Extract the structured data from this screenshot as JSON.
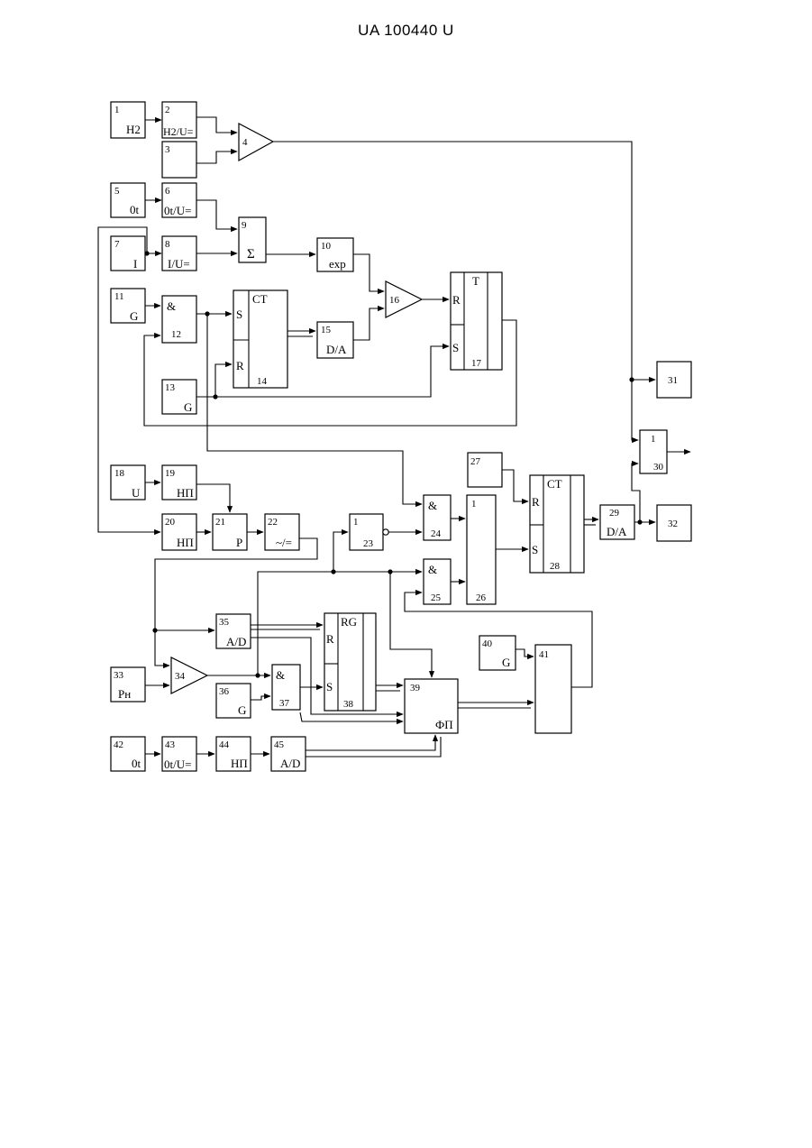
{
  "header": {
    "text": "UA   100440   U"
  },
  "blocks": [
    {
      "id": "b1",
      "num": "1",
      "label": "H2"
    },
    {
      "id": "b2",
      "num": "2",
      "label": "H2/U="
    },
    {
      "id": "b3",
      "num": "3",
      "label": ""
    },
    {
      "id": "b4",
      "num": "4",
      "label": ""
    },
    {
      "id": "b5",
      "num": "5",
      "label": "0t"
    },
    {
      "id": "b6",
      "num": "6",
      "label": "0t/U="
    },
    {
      "id": "b7",
      "num": "7",
      "label": "I"
    },
    {
      "id": "b8",
      "num": "8",
      "label": "I/U="
    },
    {
      "id": "b9",
      "num": "9",
      "label": "Σ"
    },
    {
      "id": "b10",
      "num": "10",
      "label": "exp"
    },
    {
      "id": "b11",
      "num": "11",
      "label": "G"
    },
    {
      "id": "b12",
      "num": "12",
      "label": "&"
    },
    {
      "id": "b13",
      "num": "13",
      "label": "G"
    },
    {
      "id": "b14",
      "num": "14",
      "label": "CT"
    },
    {
      "id": "b15",
      "num": "15",
      "label": "D/A"
    },
    {
      "id": "b16",
      "num": "16",
      "label": ""
    },
    {
      "id": "b17",
      "num": "17",
      "label": "T"
    },
    {
      "id": "b18",
      "num": "18",
      "label": "U"
    },
    {
      "id": "b19",
      "num": "19",
      "label": "НП"
    },
    {
      "id": "b20",
      "num": "20",
      "label": "НП"
    },
    {
      "id": "b21",
      "num": "21",
      "label": "P"
    },
    {
      "id": "b22",
      "num": "22",
      "label": "~/="
    },
    {
      "id": "b23",
      "num": "23",
      "label": "1"
    },
    {
      "id": "b24",
      "num": "24",
      "label": "&"
    },
    {
      "id": "b25",
      "num": "25",
      "label": "&"
    },
    {
      "id": "b26",
      "num": "26",
      "label": "1"
    },
    {
      "id": "b27",
      "num": "27",
      "label": ""
    },
    {
      "id": "b28",
      "num": "28",
      "label": "CT"
    },
    {
      "id": "b29",
      "num": "29",
      "label": "D/A"
    },
    {
      "id": "b30",
      "num": "30",
      "label": "1"
    },
    {
      "id": "b31",
      "num": "31",
      "label": ""
    },
    {
      "id": "b32",
      "num": "32",
      "label": ""
    },
    {
      "id": "b33",
      "num": "33",
      "label": "Pн"
    },
    {
      "id": "b34",
      "num": "34",
      "label": ""
    },
    {
      "id": "b35",
      "num": "35",
      "label": "A/D"
    },
    {
      "id": "b36",
      "num": "36",
      "label": "G"
    },
    {
      "id": "b37",
      "num": "37",
      "label": "&"
    },
    {
      "id": "b38",
      "num": "38",
      "label": "RG"
    },
    {
      "id": "b39",
      "num": "39",
      "label": "ФП"
    },
    {
      "id": "b40",
      "num": "40",
      "label": "G"
    },
    {
      "id": "b41",
      "num": "41",
      "label": ""
    },
    {
      "id": "b42",
      "num": "42",
      "label": "0t"
    },
    {
      "id": "b43",
      "num": "43",
      "label": "0t/U="
    },
    {
      "id": "b44",
      "num": "44",
      "label": "НП"
    },
    {
      "id": "b45",
      "num": "45",
      "label": "A/D"
    }
  ],
  "pins": {
    "r": "R",
    "s": "S"
  }
}
